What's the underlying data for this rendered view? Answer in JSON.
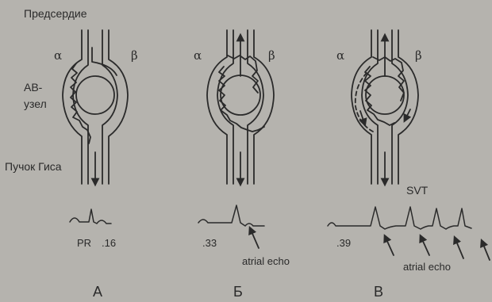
{
  "labels": {
    "atrium": "Предсердие",
    "av_node_1": "АВ-",
    "av_node_2": "узел",
    "his_bundle": "Пучок Гиса"
  },
  "panels": [
    {
      "alpha": "α",
      "beta": "β",
      "letter": "А",
      "pr_prefix": "PR",
      "pr_value": ".16"
    },
    {
      "alpha": "α",
      "beta": "β",
      "letter": "Б",
      "pr_value": ".33",
      "echo_label": "atrial echo"
    },
    {
      "alpha": "α",
      "beta": "β",
      "letter": "В",
      "pr_value": ".39",
      "echo_label": "atrial echo",
      "rhythm_label": "SVT"
    }
  ],
  "colors": {
    "ink": "#2a2a2a",
    "background": "#b5b3ae"
  }
}
